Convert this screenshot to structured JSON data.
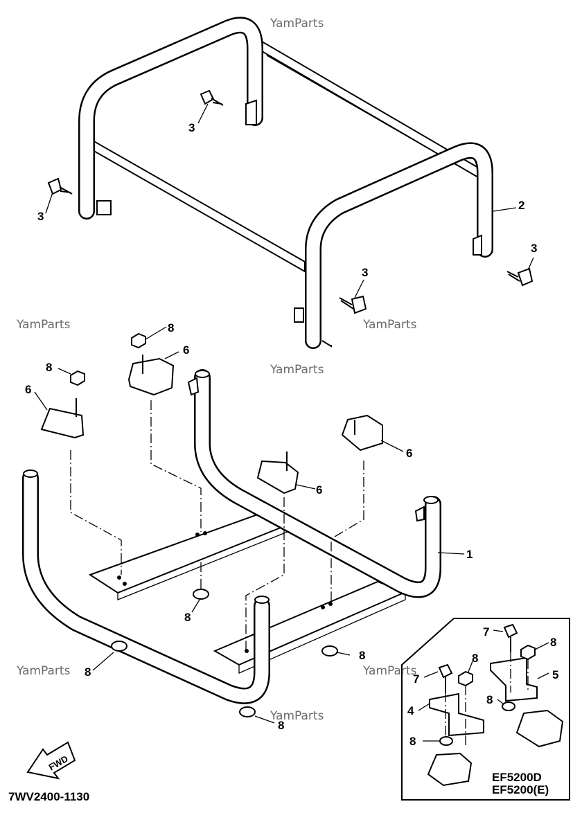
{
  "diagram_code": "7WV2400-1130",
  "watermark": "YamParts",
  "fwd_label": "FWD",
  "models": [
    "EF5200D",
    "EF5200(E)"
  ],
  "callouts": {
    "frame_lower": "1",
    "frame_upper": "2",
    "bolt": "3",
    "bracket_a": "4",
    "bracket_b": "5",
    "damper": "6",
    "bolt_inset": "7",
    "nut": "8"
  }
}
